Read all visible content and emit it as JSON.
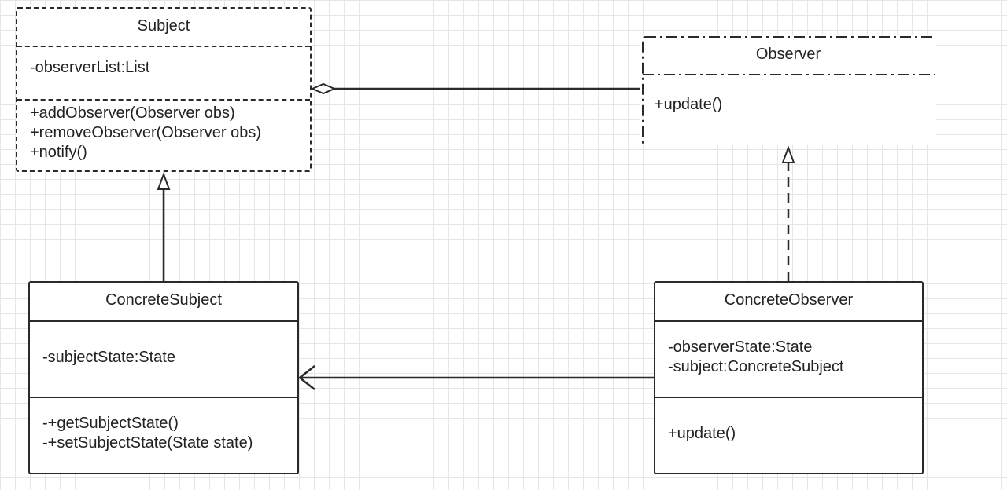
{
  "diagram": {
    "classes": {
      "subject": {
        "name": "Subject",
        "attributes": [
          "-observerList:List"
        ],
        "operations": [
          "+addObserver(Observer obs)",
          "+removeObserver(Observer obs)",
          "+notify()"
        ]
      },
      "observer": {
        "name": "Observer",
        "attributes": [],
        "operations": [
          "+update()"
        ]
      },
      "concrete_subject": {
        "name": "ConcreteSubject",
        "attributes": [
          "-subjectState:State"
        ],
        "operations": [
          "-+getSubjectState()",
          "-+setSubjectState(State state)"
        ]
      },
      "concrete_observer": {
        "name": "ConcreteObserver",
        "attributes": [
          "-observerState:State",
          "-subject:ConcreteSubject"
        ],
        "operations": [
          "+update()"
        ]
      }
    },
    "relationships": [
      {
        "type": "aggregation",
        "from": "Subject",
        "to": "Observer"
      },
      {
        "type": "generalization",
        "from": "ConcreteSubject",
        "to": "Subject"
      },
      {
        "type": "realization",
        "from": "ConcreteObserver",
        "to": "Observer"
      },
      {
        "type": "association",
        "from": "ConcreteObserver",
        "to": "ConcreteSubject"
      }
    ],
    "colors": {
      "line": "#2a2a2a",
      "grid": "#e6e6e6",
      "background": "#ffffff"
    }
  }
}
